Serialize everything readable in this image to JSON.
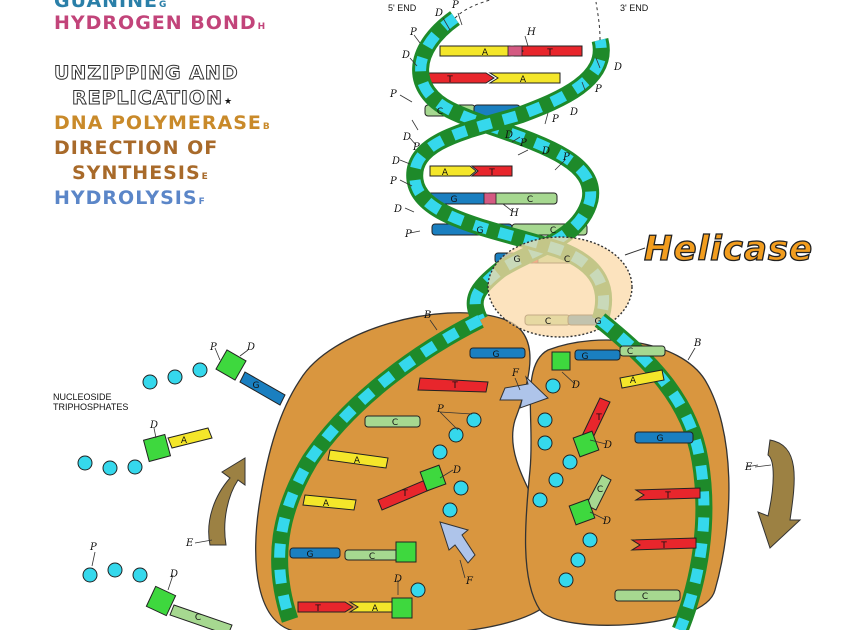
{
  "legend": {
    "guanine": "GUANINE",
    "guanine_sub": "G",
    "hydrogen_bond": "HYDROGEN BOND",
    "hydrogen_bond_sub": "H",
    "unzipping": "UNZIPPING AND",
    "replication": "REPLICATION",
    "replication_sub": "★",
    "dna_polymerase": "DNA POLYMERASE",
    "dna_polymerase_sub": "B",
    "direction_of": "DIRECTION OF",
    "synthesis": "SYNTHESIS",
    "synthesis_sub": "E",
    "hydrolysis": "HYDROLYSIS",
    "hydrolysis_sub": "F"
  },
  "labels": {
    "five_prime_end": "5' END",
    "three_prime_end": "3' END",
    "helicase": "Helicase",
    "nucleoside_line1": "NUCLEOSIDE",
    "nucleoside_line2": "TRIPHOSPHATES",
    "P": "P",
    "D": "D",
    "H": "H",
    "B": "B",
    "E": "E",
    "F": "F"
  },
  "bases": {
    "A": "A",
    "T": "T",
    "G": "G",
    "C": "C"
  },
  "colors": {
    "adenine": "#f4e62a",
    "thymine": "#e8262c",
    "guanine": "#1a7fc0",
    "cytosine": "#a6d890",
    "hydrogen_bond": "#d45a82",
    "backbone_dark": "#1e8a2a",
    "backbone_light": "#35d8ec",
    "polymerase": "#d9963f",
    "deoxyribose": "#3ed83e",
    "helicase_glow": "#fbd9a8",
    "arrow_brown": "#9c8143",
    "arrow_blue": "#aec4ea"
  }
}
